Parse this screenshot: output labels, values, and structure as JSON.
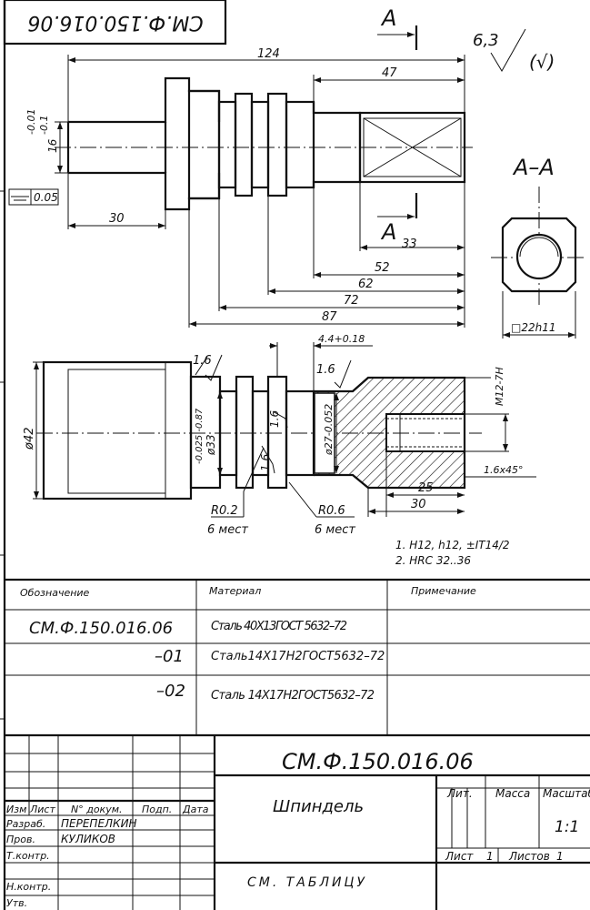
{
  "stamp": "СМ.Ф.150.016.06",
  "roughness": {
    "value": "6,3",
    "rest": "(√)"
  },
  "section_marker": "A",
  "section_title": "A–A",
  "dimensions": {
    "total_length": "124",
    "end_length": "47",
    "shaft_length": "30",
    "tol_upper": "-0.01",
    "tol_lower": "-0.1",
    "shaft_dia": "16",
    "flatness": "0.05",
    "d52": "52",
    "d62": "62",
    "d72": "72",
    "d87": "87",
    "section_index": "33",
    "square": "□22h11",
    "groove": "4.4+0.18",
    "rough_1": "1.6",
    "rough_2": "1.6",
    "rough_3": "1.6",
    "rough_4": "1.6",
    "thread": "M12-7H",
    "dia_42": "ø42",
    "dia_33": "ø33",
    "dia_33_tol": "-0.025 -0.87",
    "dia_27": "ø27-0.052",
    "chamfer": "1.6x45°",
    "d25": "25",
    "d30b": "30",
    "r02": "R0.2",
    "r06": "R0.6",
    "places_1": "6 мест",
    "places_2": "6 мест"
  },
  "notes": [
    "1. H12, h12, ±IT14/2",
    "2. HRC 32..36"
  ],
  "spec_table": {
    "headers": {
      "designation": "Обозначение",
      "material": "Материал",
      "note": "Примечание"
    },
    "rows": [
      {
        "designation": "СМ.Ф.150.016.06",
        "material": "Сталь 40Х13ГОСТ 5632–72"
      },
      {
        "designation": "–01",
        "material": "Сталь14Х17Н2ГОСТ5632–72"
      },
      {
        "designation": "–02",
        "material": "Сталь 14Х17Н2ГОСТ5632–72"
      }
    ]
  },
  "title_block": {
    "designation": "СМ.Ф.150.016.06",
    "name": "Шпиндель",
    "material_ref": "СМ. ТАБЛИЦУ",
    "lit_label": "Лит.",
    "mass_label": "Масса",
    "scale_label": "Масштаб",
    "scale": "1:1",
    "sheet_label": "Лист",
    "sheet": "1",
    "sheets_label": "Листов",
    "sheets": "1",
    "col_headers": [
      "Изм",
      "Лист",
      "N° докум.",
      "Подп.",
      "Дата"
    ],
    "roles": [
      "Разраб.",
      "Пров.",
      "Т.контр.",
      "Н.контр.",
      "Утв."
    ],
    "developer": "ПЕРЕПЕЛКИН",
    "checker": "КУЛИКОВ"
  }
}
